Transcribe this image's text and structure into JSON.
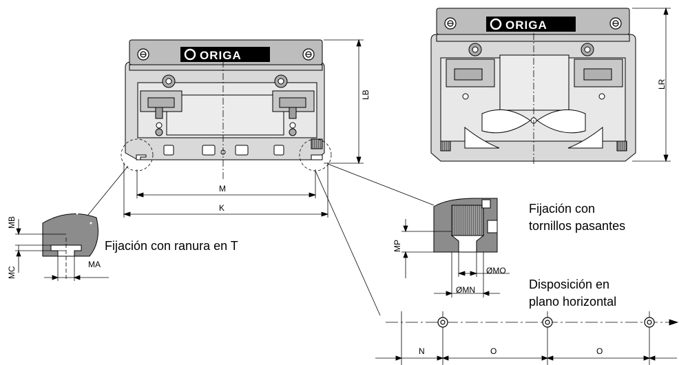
{
  "brand": "ORIGA",
  "captions": {
    "t_slot": "Fijación con ranura en T",
    "through_bolts_line1": "Fijación con",
    "through_bolts_line2": "tornillos pasantes",
    "horizontal_line1": "Disposición en",
    "horizontal_line2": "plano horizontal"
  },
  "dimensions": {
    "LB": "LB",
    "LR": "LR",
    "M": "M",
    "K": "K",
    "MA": "MA",
    "MB": "MB",
    "MC": "MC",
    "MP": "MP",
    "MN": "ØMN",
    "MO": "ØMO",
    "N": "N",
    "O1": "O",
    "O2": "O"
  },
  "colors": {
    "body": "#d9d9d9",
    "plate": "#bdbdbd",
    "line": "#000000",
    "label_bg": "#000000"
  }
}
